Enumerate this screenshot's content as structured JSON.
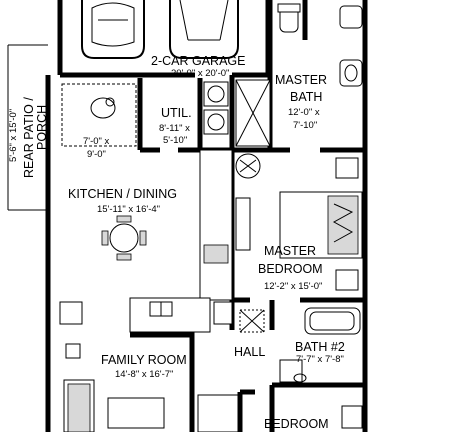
{
  "rooms": {
    "garage": {
      "name": "2-CAR GARAGE",
      "dims": "20'-0\" x 20'-0\""
    },
    "master_bath": {
      "name_line1": "MASTER",
      "name_line2": "BATH",
      "dims_line1": "12'-0\" x",
      "dims_line2": "7'-10\""
    },
    "patio": {
      "dims": "5'-6\" x 15'-0\"",
      "name_line1": "REAR PATIO /",
      "name_line2": "PORCH"
    },
    "nook": {
      "dims_line1": "7'-0\" x",
      "dims_line2": "9'-0\""
    },
    "utility": {
      "name": "UTIL.",
      "dims_line1": "8'-11\" x",
      "dims_line2": "5'-10\""
    },
    "kitchen_dining": {
      "name": "KITCHEN / DINING",
      "dims": "15'-11\" x 16'-4\""
    },
    "master_bedroom": {
      "name_line1": "MASTER",
      "name_line2": "BEDROOM",
      "dims": "12'-2\" x 15'-0\""
    },
    "hall": {
      "name": "HALL"
    },
    "bath2": {
      "name": "BATH #2",
      "dims": "7'-7\" x 7'-8\""
    },
    "family_room": {
      "name": "FAMILY ROOM",
      "dims": "14'-8\" x 16'-7\""
    },
    "bedroom": {
      "name": "BEDROOM"
    }
  }
}
